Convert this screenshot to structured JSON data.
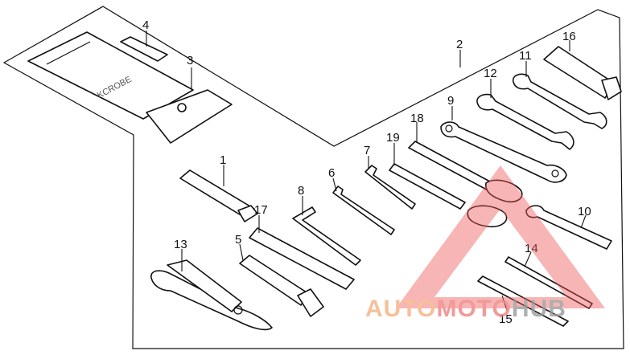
{
  "callouts": {
    "c1": "1",
    "c2": "2",
    "c3": "3",
    "c4": "4",
    "c5": "5",
    "c6": "6",
    "c7": "7",
    "c8": "8",
    "c9": "9",
    "c10": "10",
    "c11": "11",
    "c12": "12",
    "c13": "13",
    "c14": "14",
    "c15": "15",
    "c16": "16",
    "c17": "17",
    "c19": "19",
    "c18": "18"
  },
  "watermark": {
    "part1": "AUTO",
    "part2": "MOTO",
    "part3": "HUB",
    "colors": {
      "auto": "#f4b183",
      "moto": "#f08080",
      "hub": "#9a9a9a",
      "triangle": "#ee5555"
    }
  }
}
